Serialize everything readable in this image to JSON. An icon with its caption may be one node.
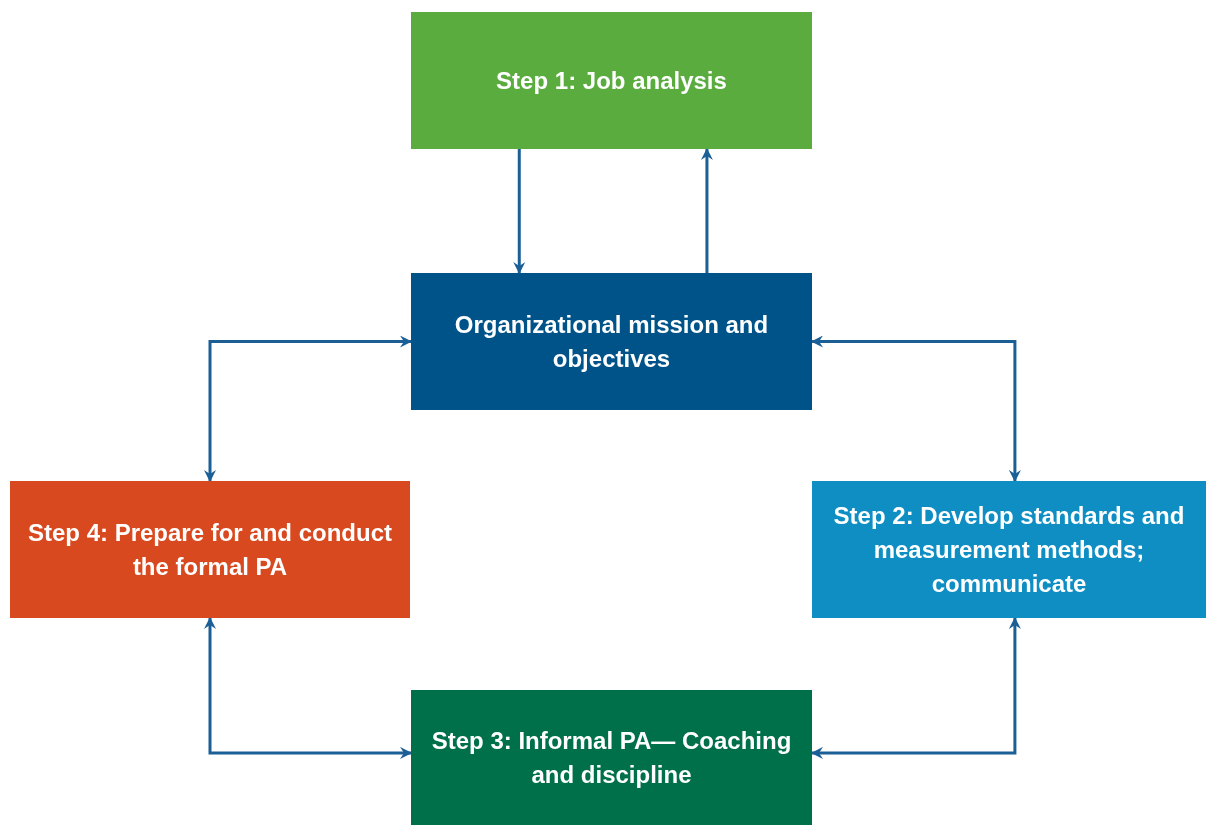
{
  "diagram": {
    "nodes": [
      {
        "text": [
          "Step 1: Job analysis"
        ]
      },
      {
        "text": [
          "Organizational mission and objectives"
        ]
      },
      {
        "text": [
          "Step 4: Prepare for and conduct the formal PA"
        ]
      },
      {
        "text": [
          "Step 2: Develop standards and measurement methods; communicate"
        ]
      },
      {
        "text": [
          "Step 3: Informal PA— Coaching and discipline"
        ]
      }
    ],
    "edges": [
      {
        "from": 0,
        "to": 1,
        "arrow": "to"
      },
      {
        "from": 1,
        "to": 0,
        "arrow": "to"
      },
      {
        "from": 1,
        "to": 2,
        "arrow": "both"
      },
      {
        "from": 1,
        "to": 3,
        "arrow": "both"
      },
      {
        "from": 2,
        "to": 4,
        "arrow": "both"
      },
      {
        "from": 3,
        "to": 4,
        "arrow": "both"
      }
    ]
  }
}
